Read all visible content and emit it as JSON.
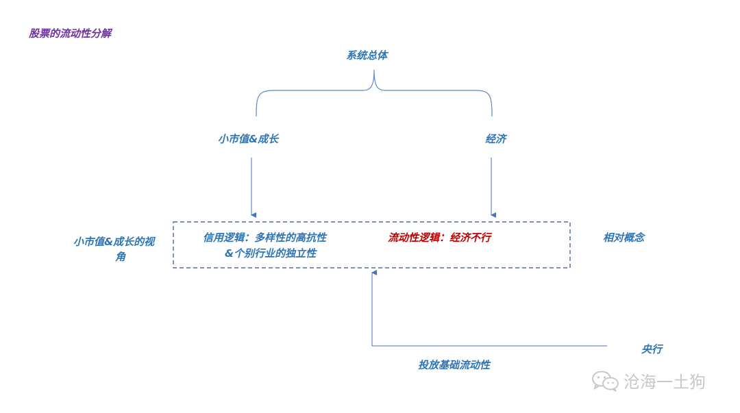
{
  "title": "股票的流动性分解",
  "top_node": "系统总体",
  "left_node": "小市值&成长",
  "right_node": "经济",
  "left_side_label": {
    "line1": "小市值&成长的视",
    "line2": "角"
  },
  "box": {
    "credit_line1": "信用逻辑：多样性的高抗性",
    "credit_line2": "&个别行业的独立性",
    "liquidity": "流动性逻辑：经济不行"
  },
  "right_side_label": "相对概念",
  "central_bank": "央行",
  "injection": "投放基础流动性",
  "watermark": "沧海一土狗",
  "colors": {
    "blue_text": "#2e75b6",
    "red_text": "#c00000",
    "purple_text": "#7030a0",
    "line": "#4472c4"
  }
}
